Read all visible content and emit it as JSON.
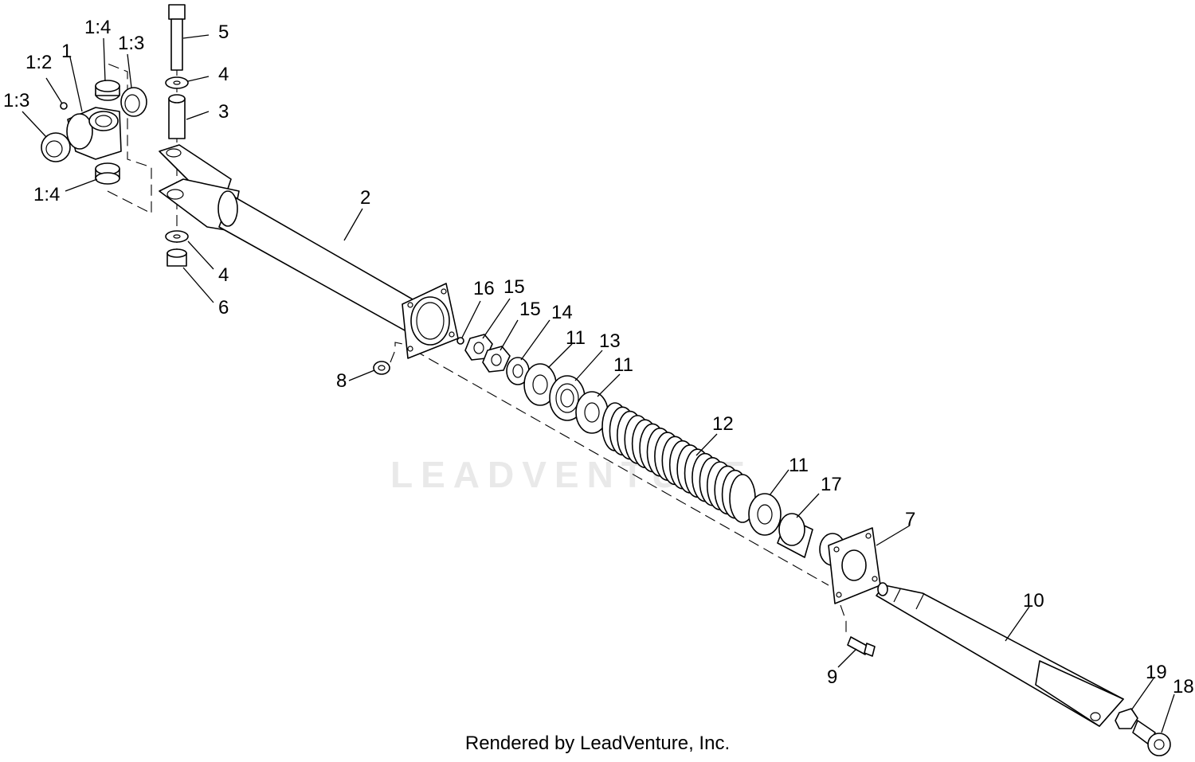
{
  "footer": "Rendered by LeadVenture, Inc.",
  "watermark": "LEADVENTURE",
  "labels": {
    "p1_4_top": "1:4",
    "p1_top": "1",
    "p1_3_topright": "1:3",
    "p1_2": "1:2",
    "p1_3_left": "1:3",
    "p1_4_bottom": "1:4",
    "p5": "5",
    "p4_top": "4",
    "p3": "3",
    "p2": "2",
    "p4_bottom": "4",
    "p6": "6",
    "p8": "8",
    "p16": "16",
    "p15_a": "15",
    "p15_b": "15",
    "p14": "14",
    "p11_a": "11",
    "p13": "13",
    "p11_b": "11",
    "p12": "12",
    "p11_c": "11",
    "p17": "17",
    "p7": "7",
    "p10": "10",
    "p9": "9",
    "p19": "19",
    "p18": "18"
  }
}
